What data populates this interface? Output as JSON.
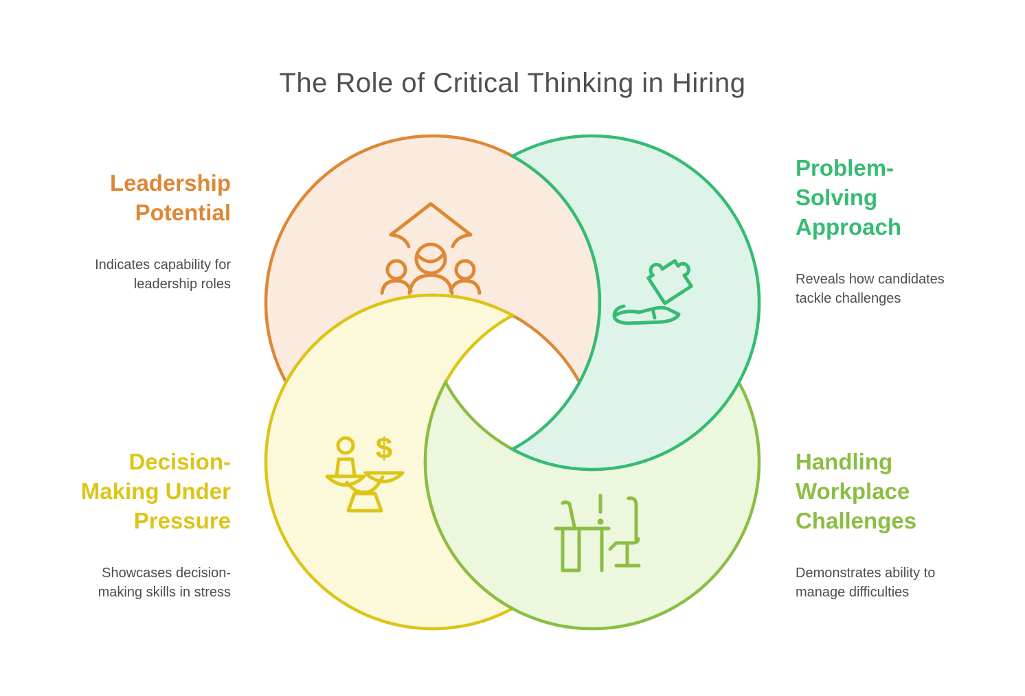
{
  "title": "The Role of Critical Thinking in Hiring",
  "colors": {
    "background": "#FFFFFF",
    "title_text": "#4F4F4F",
    "body_text": "#4D4D4D"
  },
  "sections": [
    {
      "id": "leadership",
      "heading": "Leadership Potential",
      "description": "Indicates capability for leadership roles",
      "color": "#DE8735",
      "fill_color": "#FBEBDE",
      "icon": "growth-arrow-team-icon"
    },
    {
      "id": "problem-solving",
      "heading": "Problem-Solving Approach",
      "description": "Reveals how candidates tackle challenges",
      "color": "#36BB74",
      "fill_color": "#DFF4E9",
      "icon": "puzzle-in-hand-icon"
    },
    {
      "id": "decision-making",
      "heading": "Decision-Making Under Pressure",
      "description": "Showcases decision-making skills in stress",
      "color": "#DCC517",
      "fill_color": "#FCF8DA",
      "icon": "balance-scale-icon"
    },
    {
      "id": "workplace-challenges",
      "heading": "Handling Workplace Challenges",
      "description": "Demonstrates ability to manage difficulties",
      "color": "#8CBD44",
      "fill_color": "#EDF7DD",
      "icon": "desk-and-chair-icon"
    }
  ],
  "icon_dollar_glyph": "$"
}
